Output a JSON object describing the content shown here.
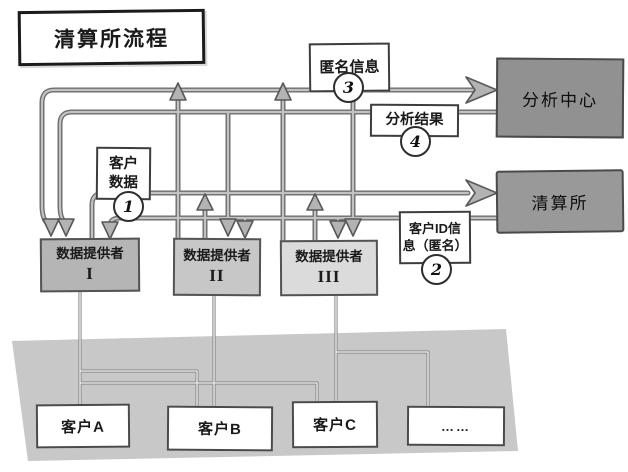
{
  "title": "清算所流程",
  "boxes": {
    "analysis_center": {
      "label": "分析中心",
      "fill": "#919191"
    },
    "clearing_house": {
      "label": "清算所",
      "fill": "#999999"
    },
    "providers": [
      {
        "name": "数据提供者",
        "numeral": "I",
        "fill": "#b5b5b5"
      },
      {
        "name": "数据提供者",
        "numeral": "II",
        "fill": "#c7c7c7"
      },
      {
        "name": "数据提供者",
        "numeral": "III",
        "fill": "#dbdbdb"
      }
    ],
    "customers": [
      "客户A",
      "客户B",
      "客户C",
      "……"
    ]
  },
  "flow_labels": {
    "customer_data": {
      "line1": "客户",
      "line2": "数据",
      "step": "1"
    },
    "customer_id": {
      "line1": "客户ID信",
      "line2": "息（匿名）",
      "step": "2"
    },
    "anonymous_info": {
      "text": "匿名信息",
      "step": "3"
    },
    "analysis_result": {
      "text": "分析结果",
      "step": "4"
    }
  },
  "colors": {
    "line": "#6e6e6e",
    "arrow_fill": "#b3b3b3",
    "ground": "#c8c8c8",
    "node_border": "#4a4a4a"
  }
}
